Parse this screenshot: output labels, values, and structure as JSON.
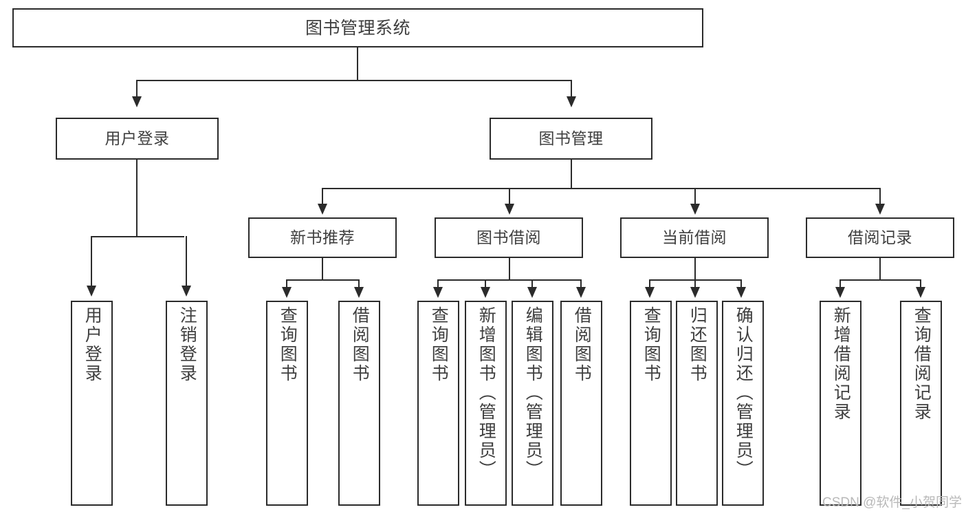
{
  "diagram": {
    "title": "图书管理系统",
    "type": "功能结构图",
    "root": {
      "label": "图书管理系统"
    },
    "level1": [
      {
        "label": "用户登录"
      },
      {
        "label": "图书管理"
      }
    ],
    "level2": [
      {
        "label": "新书推荐"
      },
      {
        "label": "图书借阅"
      },
      {
        "label": "当前借阅"
      },
      {
        "label": "借阅记录"
      }
    ],
    "leaves_user_login": [
      {
        "label": "用户登录"
      },
      {
        "label": "注销登录"
      }
    ],
    "leaves_new_book": [
      {
        "label": "查询图书"
      },
      {
        "label": "借阅图书"
      }
    ],
    "leaves_borrow": [
      {
        "label": "查询图书"
      },
      {
        "label": "新增图书（管理员）"
      },
      {
        "label": "编辑图书（管理员）"
      },
      {
        "label": "借阅图书"
      }
    ],
    "leaves_current": [
      {
        "label": "查询图书"
      },
      {
        "label": "归还图书"
      },
      {
        "label": "确认归还（管理员）"
      }
    ],
    "leaves_records": [
      {
        "label": "新增借阅记录"
      },
      {
        "label": "查询借阅记录"
      }
    ]
  },
  "watermark": {
    "text": "CSDN @软件_小贺同学"
  },
  "colors": {
    "stroke": "#2b2b2b",
    "text": "#3f3f3f",
    "background": "#ffffff",
    "watermark": "#b9b9b9"
  }
}
